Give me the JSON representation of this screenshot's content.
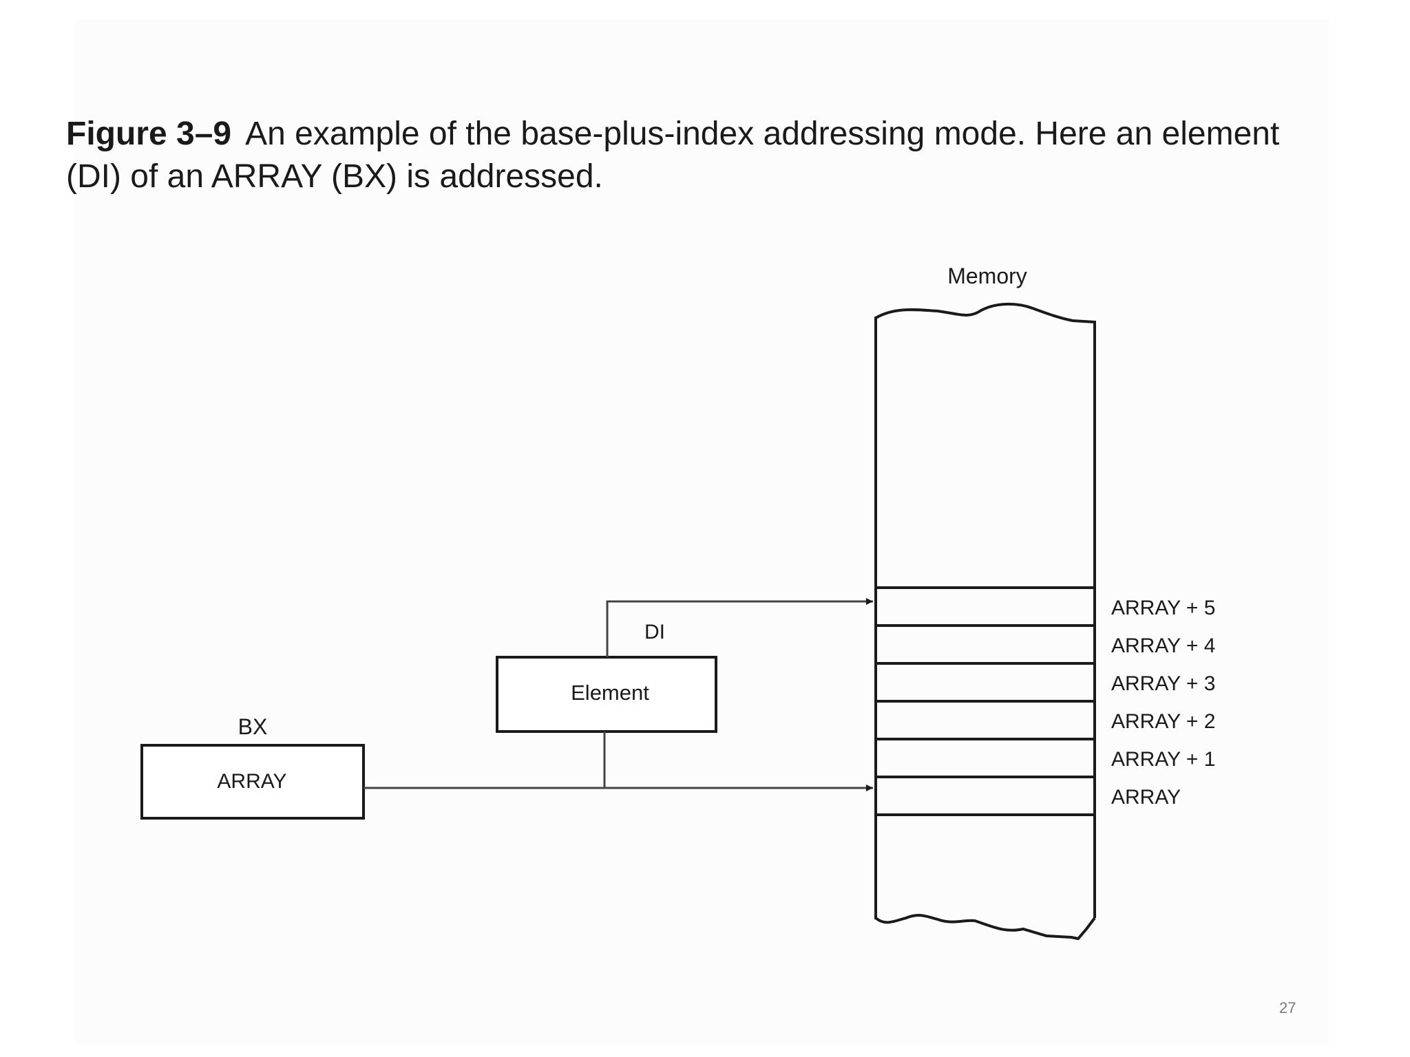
{
  "caption": {
    "figure_label": "Figure 3–9",
    "text": "An example of the base-plus-index addressing mode. Here an element (DI) of an ARRAY (BX) is addressed."
  },
  "diagram": {
    "memory_label": "Memory",
    "bx_label": "BX",
    "bx_value": "ARRAY",
    "di_label": "DI",
    "di_value": "Element",
    "cells": [
      "ARRAY + 5",
      "ARRAY + 4",
      "ARRAY + 3",
      "ARRAY + 2",
      "ARRAY + 1",
      "ARRAY"
    ]
  },
  "page_number": "27"
}
